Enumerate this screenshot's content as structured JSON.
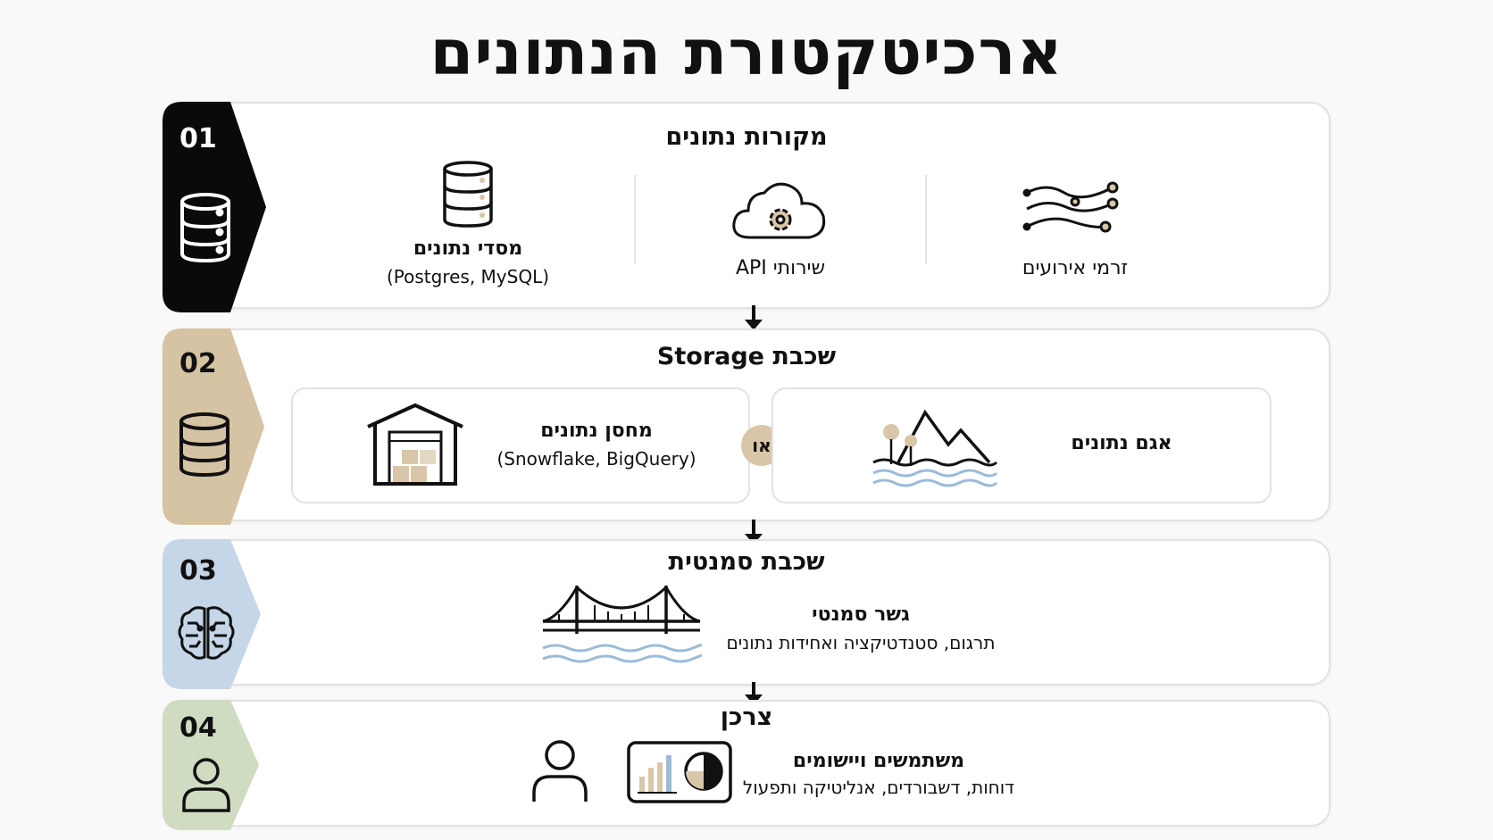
{
  "title": "ארכיטקטורת הנתונים",
  "colors": {
    "layer1": "#0a0a0a",
    "layer2": "#d6c3a3",
    "layer3": "#c5d6e8",
    "layer4": "#cfdcc2",
    "accent_beige": "#d9c6a8",
    "water_blue": "#9cbbd8"
  },
  "layers": [
    {
      "number": "01",
      "title": "מקורות נתונים",
      "icon": "database-icon",
      "items": [
        {
          "label": "מסדי נתונים",
          "sub": "(Postgres, MySQL)",
          "icon": "database-server-icon"
        },
        {
          "label": "שירותי API",
          "icon": "cloud-gear-icon"
        },
        {
          "label": "זרמי אירועים",
          "icon": "event-stream-icon"
        }
      ]
    },
    {
      "number": "02",
      "title": "שכבת Storage",
      "icon": "database-cylinder-icon",
      "warehouse": {
        "label": "מחסן נתונים",
        "sub": "(Snowflake, BigQuery)",
        "icon": "warehouse-icon"
      },
      "or_label": "או",
      "lake": {
        "label": "אגם נתונים",
        "icon": "lake-mountains-icon"
      }
    },
    {
      "number": "03",
      "title": "שכבת סמנטית",
      "icon": "brain-circuit-icon",
      "item": {
        "label": "גשר סמנטי",
        "sub": "תרגום, סטנדטיקציה ואחידות נתונים",
        "icon": "bridge-icon"
      }
    },
    {
      "number": "04",
      "title": "צרכן",
      "icon": "user-icon",
      "item": {
        "label": "משתמשים ויישומים",
        "sub": "דוחות, דשבורדים, אנליטיקה ותפעול",
        "icons": [
          "user-outline-icon",
          "dashboard-icon"
        ]
      }
    }
  ]
}
